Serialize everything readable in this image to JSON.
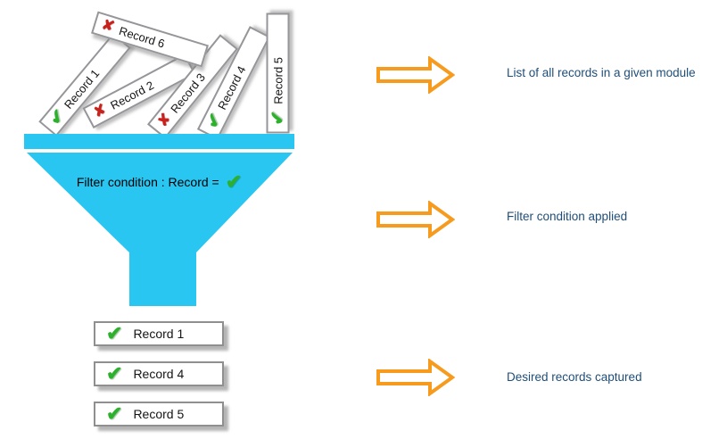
{
  "diagram": {
    "icons": {
      "check": "✔",
      "cross": "✘"
    },
    "input_records": [
      {
        "label": "Record 1",
        "status": "accepted"
      },
      {
        "label": "Record 2",
        "status": "rejected"
      },
      {
        "label": "Record 3",
        "status": "rejected"
      },
      {
        "label": "Record 4",
        "status": "accepted"
      },
      {
        "label": "Record 5",
        "status": "accepted"
      },
      {
        "label": "Record 6",
        "status": "rejected"
      }
    ],
    "funnel": {
      "label": "Filter condition : Record =",
      "color": "#29c6f2"
    },
    "output_records": [
      {
        "label": "Record 1"
      },
      {
        "label": "Record 4"
      },
      {
        "label": "Record 5"
      }
    ],
    "annotations": [
      {
        "text": "List of all records in a given module"
      },
      {
        "text": "Filter condition applied"
      },
      {
        "text": "Desired records captured"
      }
    ],
    "colors": {
      "funnel": "#29c6f2",
      "arrow_outline": "#f79b1f",
      "annotation_text": "#1f4e79",
      "check_green": "#2db12d",
      "cross_red": "#c9211b",
      "record_border": "#96969a",
      "record_shadow": "#b5b5b5"
    }
  }
}
